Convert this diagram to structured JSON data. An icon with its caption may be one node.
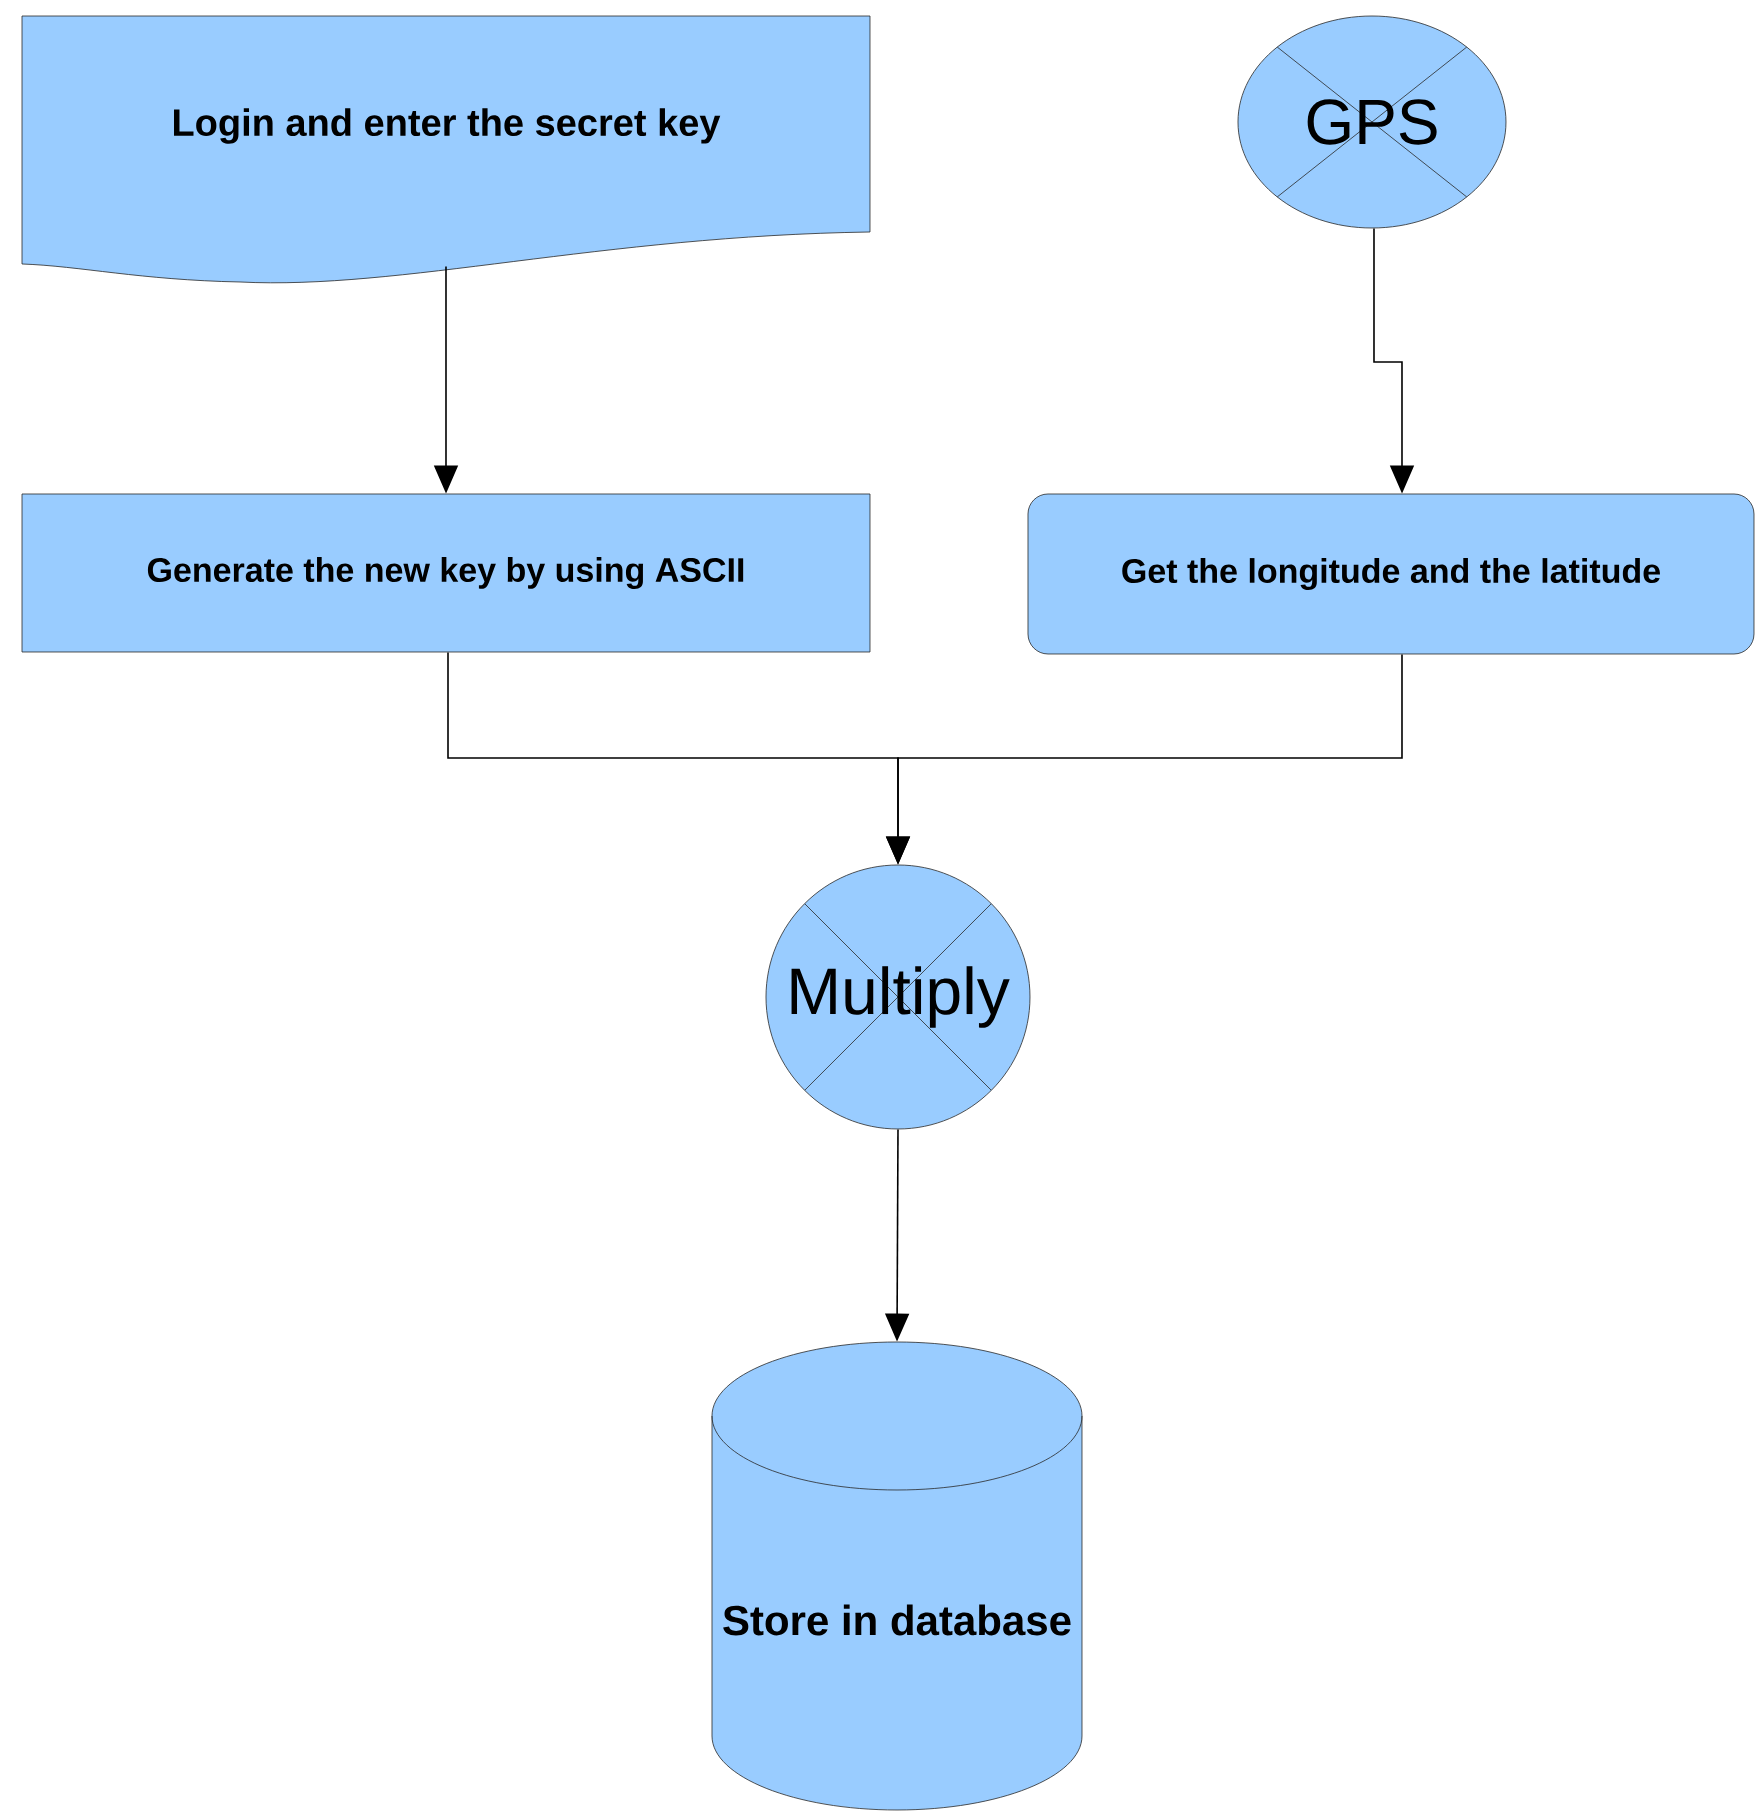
{
  "diagram": {
    "nodes": [
      {
        "text": [
          "Login and enter the  secret key"
        ]
      },
      {
        "text": [
          "GPS"
        ]
      },
      {
        "text": [
          "Generate the new key by using ASCII"
        ]
      },
      {
        "text": [
          "Get the longitude and the latitude"
        ]
      },
      {
        "text": [
          "Multiply"
        ]
      },
      {
        "text": [
          "Store in database"
        ]
      }
    ],
    "edges": [
      {
        "from": 0,
        "to": 2,
        "arrow": "to"
      },
      {
        "from": 1,
        "to": 3,
        "arrow": "to"
      },
      {
        "from": 2,
        "to": 4,
        "arrow": "to"
      },
      {
        "from": 3,
        "to": 4,
        "arrow": "to"
      },
      {
        "from": 4,
        "to": 5,
        "arrow": "to"
      }
    ]
  }
}
